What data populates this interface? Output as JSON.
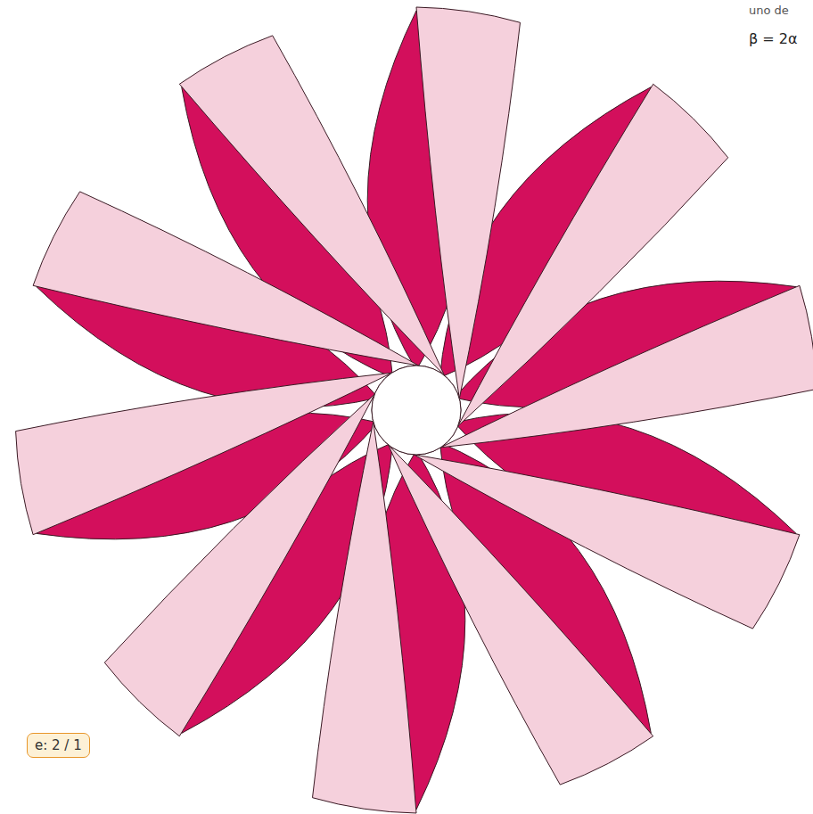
{
  "diagram": {
    "nodes": [
      {
        "text": [
          "e: 2 / 1"
        ]
      }
    ],
    "labels": [
      "uno de",
      "β = 2α"
    ]
  }
}
